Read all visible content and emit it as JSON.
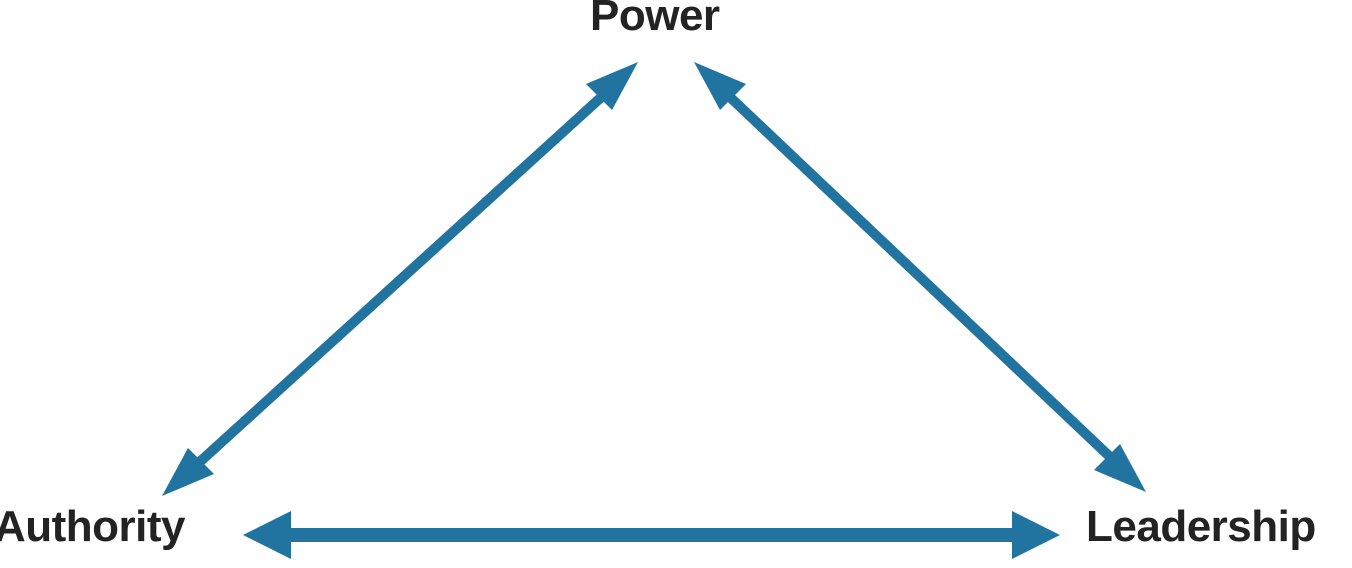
{
  "diagram": {
    "type": "triangle-relationship",
    "background_color": "#ffffff",
    "arrow_color": "#2173A0",
    "label_color": "#232323",
    "nodes": [
      {
        "id": "power",
        "label": "Power",
        "position": "top-center"
      },
      {
        "id": "authority",
        "label": "Authority",
        "position": "bottom-left"
      },
      {
        "id": "leadership",
        "label": "Leadership",
        "position": "bottom-right"
      }
    ],
    "connectors": [
      {
        "id": "authority-power",
        "from": "Authority",
        "to": "Power",
        "style": "double-headed-arrow",
        "orientation": "diagonal-up-right"
      },
      {
        "id": "power-leadership",
        "from": "Power",
        "to": "Leadership",
        "style": "double-headed-arrow",
        "orientation": "diagonal-down-right"
      },
      {
        "id": "authority-leadership",
        "from": "Authority",
        "to": "Leadership",
        "style": "double-headed-arrow",
        "orientation": "horizontal"
      }
    ]
  }
}
